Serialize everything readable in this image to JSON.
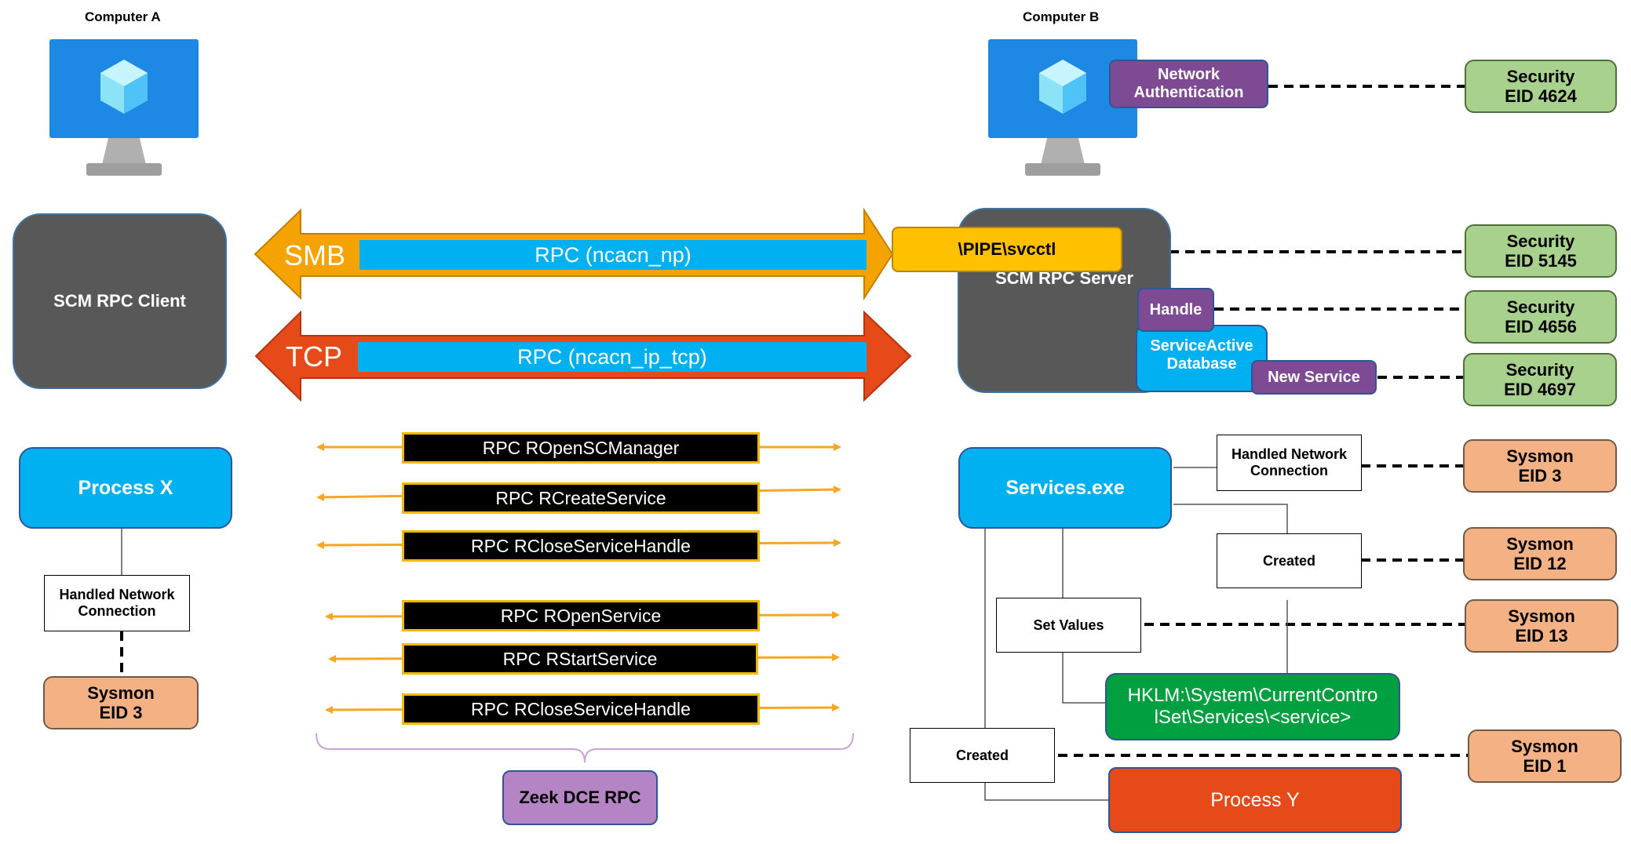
{
  "computer_a": {
    "label": "Computer A",
    "client": "SCM RPC Client",
    "process": "Process X",
    "handled": "Handled Network\nConnection",
    "sysmon": "Sysmon\nEID 3"
  },
  "computer_b": {
    "label": "Computer B",
    "network_auth": "Network\nAuthentication",
    "server": "SCM RPC Server",
    "pipe": "\\PIPE\\svcctl",
    "handle": "Handle",
    "sad": "ServiceActive\nDatabase",
    "new_service": "New Service",
    "services_exe": "Services.exe",
    "handled": "Handled Network\nConnection",
    "created_1": "Created",
    "set_values": "Set Values",
    "hklm": "HKLM:\\System\\CurrentContro\nlSet\\Services\\<service>",
    "created_2": "Created",
    "process_y": "Process Y"
  },
  "logs": {
    "sec_4624": "Security\nEID 4624",
    "sec_5145": "Security\nEID 5145",
    "sec_4656": "Security\nEID 4656",
    "sec_4697": "Security\nEID 4697",
    "sys_3": "Sysmon\nEID 3",
    "sys_12": "Sysmon\nEID 12",
    "sys_13": "Sysmon\nEID 13",
    "sys_1": "Sysmon\nEID 1"
  },
  "transport": {
    "smb": "SMB",
    "smb_rpc": "RPC (ncacn_np)",
    "tcp": "TCP",
    "tcp_rpc": "RPC (ncacn_ip_tcp)"
  },
  "rpc_calls": [
    "RPC ROpenSCManager",
    "RPC RCreateService",
    "RPC RCloseServiceHandle",
    "RPC ROpenService",
    "RPC RStartService",
    "RPC RCloseServiceHandle"
  ],
  "zeek": "Zeek DCE RPC",
  "colors": {
    "smb_arrow": "#f5a300",
    "tcp_arrow": "#e64a19",
    "rpc_strip": "#00b0f0",
    "call_arrow": "#f5a623"
  }
}
